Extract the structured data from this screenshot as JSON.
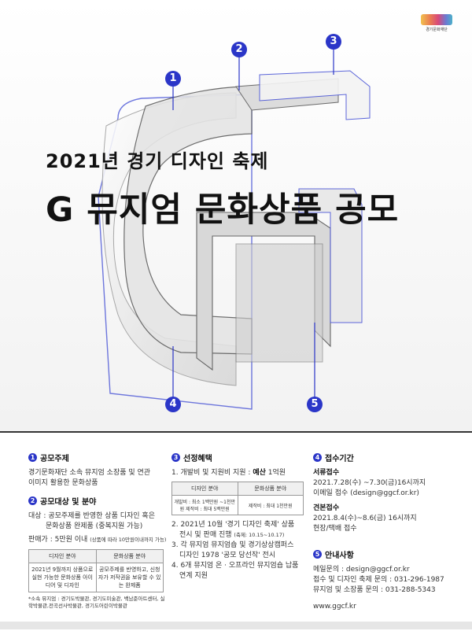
{
  "logo": {
    "name": "경기문화재단"
  },
  "headline": {
    "line1": "2021년 경기 디자인 축제",
    "line2": "G 뮤지엄 문화상품 공모"
  },
  "badges": [
    "1",
    "2",
    "3",
    "4",
    "5"
  ],
  "section1": {
    "num": "1",
    "title": "공모주제",
    "lines": [
      "경기문화재단 소속 뮤지엄 소장품 및 연관",
      "이미지 활용한 문화상품"
    ]
  },
  "section2": {
    "num": "2",
    "title": "공모대상 및 분야",
    "target_label": "대상 :",
    "target_text": "공모주제를 반영한 상품 디자인 혹은",
    "target_text2": "문화상품 완제품 (중복지원 가능)",
    "price_label": "판매가 : 5만원 이내",
    "price_note": "(상품에 따라 10만원이내까지 가능)",
    "table": {
      "headers": [
        "디자인 분야",
        "문화상품 분야"
      ],
      "row": [
        "2021년 9월까지 상품으로 실현 가능한 문화상품 아이디어 및 디자인",
        "공모주제를 반영하고, 신청자가 저작권을 보유할 수 있는 완제품"
      ]
    },
    "footnote": "*소속 뮤지엄 : 경기도박물관, 경기도미술관, 백남준아트센터, 실학박물관,전곡선사박물관, 경기도어린이박물관"
  },
  "section3": {
    "num": "3",
    "title": "선정혜택",
    "item1_prefix": "1. 개발비 및 지원비 지원 : ",
    "item1_bold": "예산",
    "item1_suffix": " 1억원",
    "table": {
      "headers": [
        "디자인 분야",
        "문화상품 분야"
      ],
      "row": [
        "개발비 : 최소 1백만원 ~1천만원 제작비 : 최대 5백만원",
        "제작비 : 최대 1천만원"
      ]
    },
    "item2": "2. 2021년 10월 '경기 디자인 축제' 상품",
    "item2b": "전시 및 판매 진행",
    "item2b_note": "(축제: 10.15~10.17)",
    "item3": "3. 각 뮤지엄 뮤지엄숍 및 경기상상캠퍼스",
    "item3b": "디자인 1978 '공모 당선작' 전시",
    "item4": "4. 6개 뮤지엄 온 · 오프라인 뮤지엄숍 납품",
    "item4b": "연계 지원"
  },
  "section4": {
    "num": "4",
    "title": "접수기간",
    "doc_title": "서류접수",
    "doc_date": "2021.7.28(수) ~7.30(금)16시까지",
    "doc_method": "이메일 접수 (design@ggcf.or.kr)",
    "sample_title": "견본접수",
    "sample_date": "2021.8.4(수)~8.6(금) 16시까지",
    "sample_method": "현장/택배 접수"
  },
  "section5": {
    "num": "5",
    "title": "안내사항",
    "email": "메일문의 : design@ggcf.or.kr",
    "phone1": "접수 및 디자인 축제 문의 : 031-296-1987",
    "phone2": "뮤지엄 및 소장품 문의 : 031-288-5343",
    "website": "www.ggcf.kr"
  },
  "colors": {
    "accent": "#2b36c8",
    "text": "#222222"
  }
}
